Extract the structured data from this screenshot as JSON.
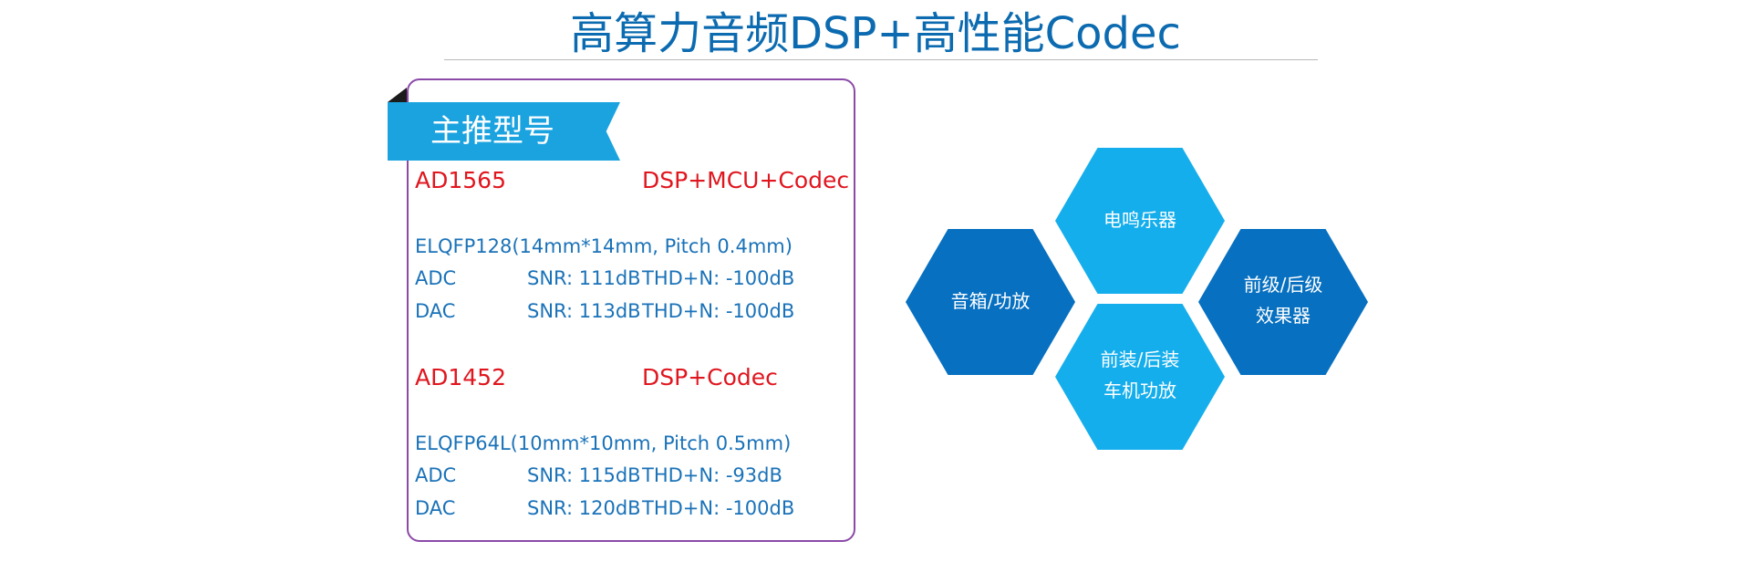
{
  "title": "高算力音频DSP+高性能Codec",
  "ribbon": "主推型号",
  "products": [
    {
      "model": "AD1565",
      "type": "DSP+MCU+Codec",
      "package": "ELQFP128(14mm*14mm, Pitch 0.4mm)",
      "adc": {
        "label": "ADC",
        "snr": "SNR: 111dB",
        "thd": "THD+N: -100dB"
      },
      "dac": {
        "label": "DAC",
        "snr": "SNR: 113dB",
        "thd": "THD+N: -100dB"
      }
    },
    {
      "model": "AD1452",
      "type": "DSP+Codec",
      "package": "ELQFP64L(10mm*10mm, Pitch 0.5mm)",
      "adc": {
        "label": "ADC",
        "snr": "SNR: 115dB",
        "thd": "THD+N: -93dB"
      },
      "dac": {
        "label": "DAC",
        "snr": "SNR: 120dB",
        "thd": "THD+N: -100dB"
      }
    }
  ],
  "applications": [
    {
      "line1": "电鸣乐器",
      "line2": ""
    },
    {
      "line1": "音箱/功放",
      "line2": ""
    },
    {
      "line1": "前级/后级",
      "line2": "效果器"
    },
    {
      "line1": "前装/后装",
      "line2": "车机功放"
    }
  ],
  "colors": {
    "title": "#0c6bb0",
    "model_red": "#e0161f",
    "spec_blue": "#1a72b8",
    "hex_dark": "#0770c0",
    "hex_light": "#15aeec",
    "card_border": "#8b4aa8"
  }
}
